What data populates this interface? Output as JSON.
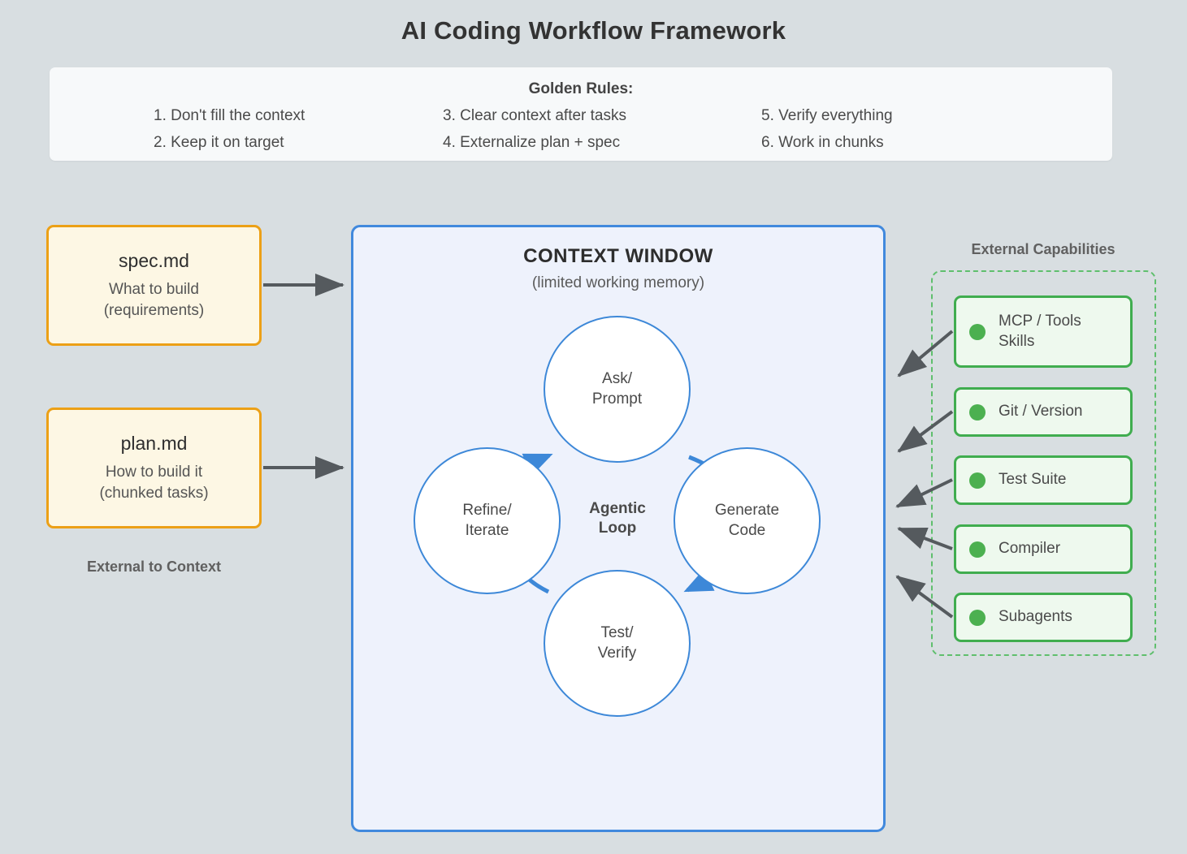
{
  "page": {
    "title": "AI Coding Workflow Framework",
    "background_color": "#d8dee1"
  },
  "golden_rules": {
    "heading": "Golden Rules:",
    "columns": [
      [
        "1. Don't fill the context",
        "2. Keep it on target"
      ],
      [
        "3. Clear context after tasks",
        "4. Externalize plan + spec"
      ],
      [
        "5. Verify everything",
        "6. Work in chunks"
      ]
    ]
  },
  "external_docs": {
    "caption": "External to Context",
    "accent_color": "#eca016",
    "fill_color": "#fdf7e4",
    "items": [
      {
        "title": "spec.md",
        "line1": "What to build",
        "line2": "(requirements)"
      },
      {
        "title": "plan.md",
        "line1": "How to build it",
        "line2": "(chunked tasks)"
      }
    ]
  },
  "context_window": {
    "title": "CONTEXT WINDOW",
    "subtitle": "(limited working memory)",
    "accent_color": "#4189dd",
    "fill_color": "#eef2fc",
    "loop": {
      "center_label_line1": "Agentic",
      "center_label_line2": "Loop",
      "nodes": [
        {
          "id": "ask",
          "line1": "Ask/",
          "line2": "Prompt"
        },
        {
          "id": "generate",
          "line1": "Generate",
          "line2": "Code"
        },
        {
          "id": "test",
          "line1": "Test/",
          "line2": "Verify"
        },
        {
          "id": "refine",
          "line1": "Refine/",
          "line2": "Iterate"
        }
      ],
      "edges": [
        {
          "from": "ask",
          "to": "generate"
        },
        {
          "from": "generate",
          "to": "test"
        },
        {
          "from": "test",
          "to": "refine"
        },
        {
          "from": "refine",
          "to": "ask"
        }
      ]
    }
  },
  "external_capabilities": {
    "caption": "External Capabilities",
    "accent_color": "#40ad4f",
    "dot_color": "#4cb050",
    "fill_color": "#eef9ee",
    "items": [
      {
        "label": "MCP / Tools\nSkills"
      },
      {
        "label": "Git / Version"
      },
      {
        "label": "Test Suite"
      },
      {
        "label": "Compiler"
      },
      {
        "label": "Subagents"
      }
    ]
  },
  "connectors": {
    "color": "#555a5e",
    "doc_to_context_count": 2,
    "capability_to_context_count": 5
  }
}
